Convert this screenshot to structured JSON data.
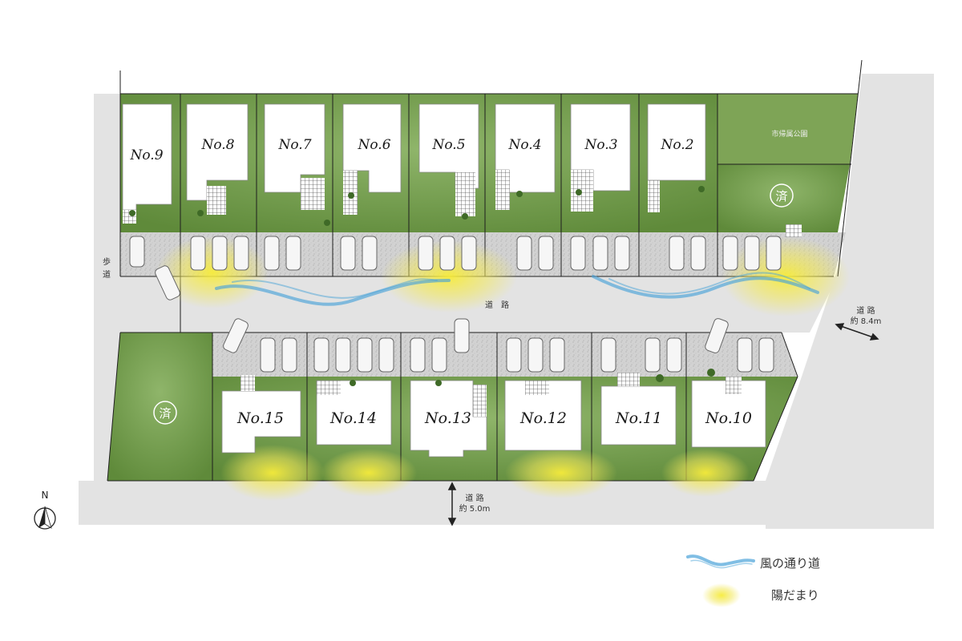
{
  "map": {
    "north_label": "N",
    "walkway_label": "歩道",
    "walkway_chars": [
      "歩",
      "道"
    ],
    "main_road_label": "道　路",
    "east_road_label": "道 路",
    "east_road_width": "約 8.4m",
    "south_road_label": "道 路",
    "south_road_width": "約 5.0m",
    "park_label": "市帰属公園",
    "sold_mark": "済",
    "north_lots": [
      {
        "no": "No.9"
      },
      {
        "no": "No.8"
      },
      {
        "no": "No.7"
      },
      {
        "no": "No.6"
      },
      {
        "no": "No.5"
      },
      {
        "no": "No.4"
      },
      {
        "no": "No.3"
      },
      {
        "no": "No.2"
      }
    ],
    "south_lots": [
      {
        "no": "No.15"
      },
      {
        "no": "No.14"
      },
      {
        "no": "No.13"
      },
      {
        "no": "No.12"
      },
      {
        "no": "No.11"
      },
      {
        "no": "No.10"
      }
    ]
  },
  "legend": {
    "wind_label": "風の通り道",
    "sun_label": "陽だまり"
  },
  "colors": {
    "lawn": "#6f9a45",
    "road": "#e3e3e3",
    "parking": "#cfcfcf",
    "house": "#ffffff",
    "wind": "#4aa3d8",
    "sun": "#f5e84a"
  }
}
